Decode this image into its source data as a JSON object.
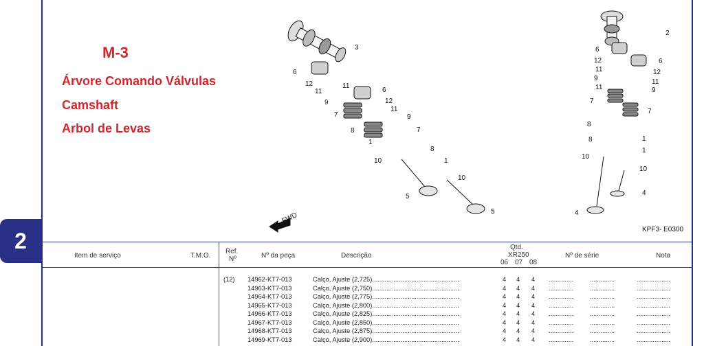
{
  "page_tab": "2",
  "title": {
    "code": "M-3",
    "pt": "Árvore Comando Válvulas",
    "en": "Camshaft",
    "es": "Arbol de Levas"
  },
  "diagram": {
    "fwd_label": "FWD",
    "figure_code": "KPF3- E0300",
    "left_callouts": [
      "3",
      "6",
      "12",
      "11",
      "11",
      "6",
      "9",
      "12",
      "11",
      "7",
      "9",
      "8",
      "7",
      "1",
      "8",
      "10",
      "1",
      "10",
      "5",
      "5"
    ],
    "right_callouts": [
      "2",
      "6",
      "12",
      "6",
      "11",
      "12",
      "9",
      "11",
      "11",
      "9",
      "7",
      "7",
      "8",
      "1",
      "8",
      "1",
      "10",
      "10",
      "4",
      "4"
    ]
  },
  "table": {
    "headers": {
      "item": "Item de serviço",
      "tmo": "T.M.O.",
      "ref": "Ref.",
      "ref2": "Nº",
      "part": "Nº da peça",
      "desc": "Descrição",
      "qtd": "Qtd.",
      "model": "XR250",
      "y06": "06",
      "y07": "07",
      "y08": "08",
      "serial": "Nº de série",
      "nota": "Nota"
    },
    "rows": [
      {
        "ref": "(12)",
        "part": "14962-KT7-013",
        "desc": "Calço, Ajuste (2,725)",
        "q06": "4",
        "q07": "4",
        "q08": "4"
      },
      {
        "ref": "",
        "part": "14963-KT7-013",
        "desc": "Calço, Ajuste (2,750)",
        "q06": "4",
        "q07": "4",
        "q08": "4"
      },
      {
        "ref": "",
        "part": "14964-KT7-013",
        "desc": "Calço, Ajuste (2,775)",
        "q06": "4",
        "q07": "4",
        "q08": "4"
      },
      {
        "ref": "",
        "part": "14965-KT7-013",
        "desc": "Calço, Ajuste (2,800)",
        "q06": "4",
        "q07": "4",
        "q08": "4"
      },
      {
        "ref": "",
        "part": "14966-KT7-013",
        "desc": "Calço, Ajuste (2,825)",
        "q06": "4",
        "q07": "4",
        "q08": "4"
      },
      {
        "ref": "",
        "part": "14967-KT7-013",
        "desc": "Calço, Ajuste (2,850)",
        "q06": "4",
        "q07": "4",
        "q08": "4"
      },
      {
        "ref": "",
        "part": "14968-KT7-013",
        "desc": "Calço, Ajuste (2,875)",
        "q06": "4",
        "q07": "4",
        "q08": "4"
      },
      {
        "ref": "",
        "part": "14969-KT7-013",
        "desc": "Calço, Ajuste (2,900)",
        "q06": "4",
        "q07": "4",
        "q08": "4"
      }
    ]
  },
  "colors": {
    "frame": "#2a2f86",
    "title": "#d0262e"
  }
}
